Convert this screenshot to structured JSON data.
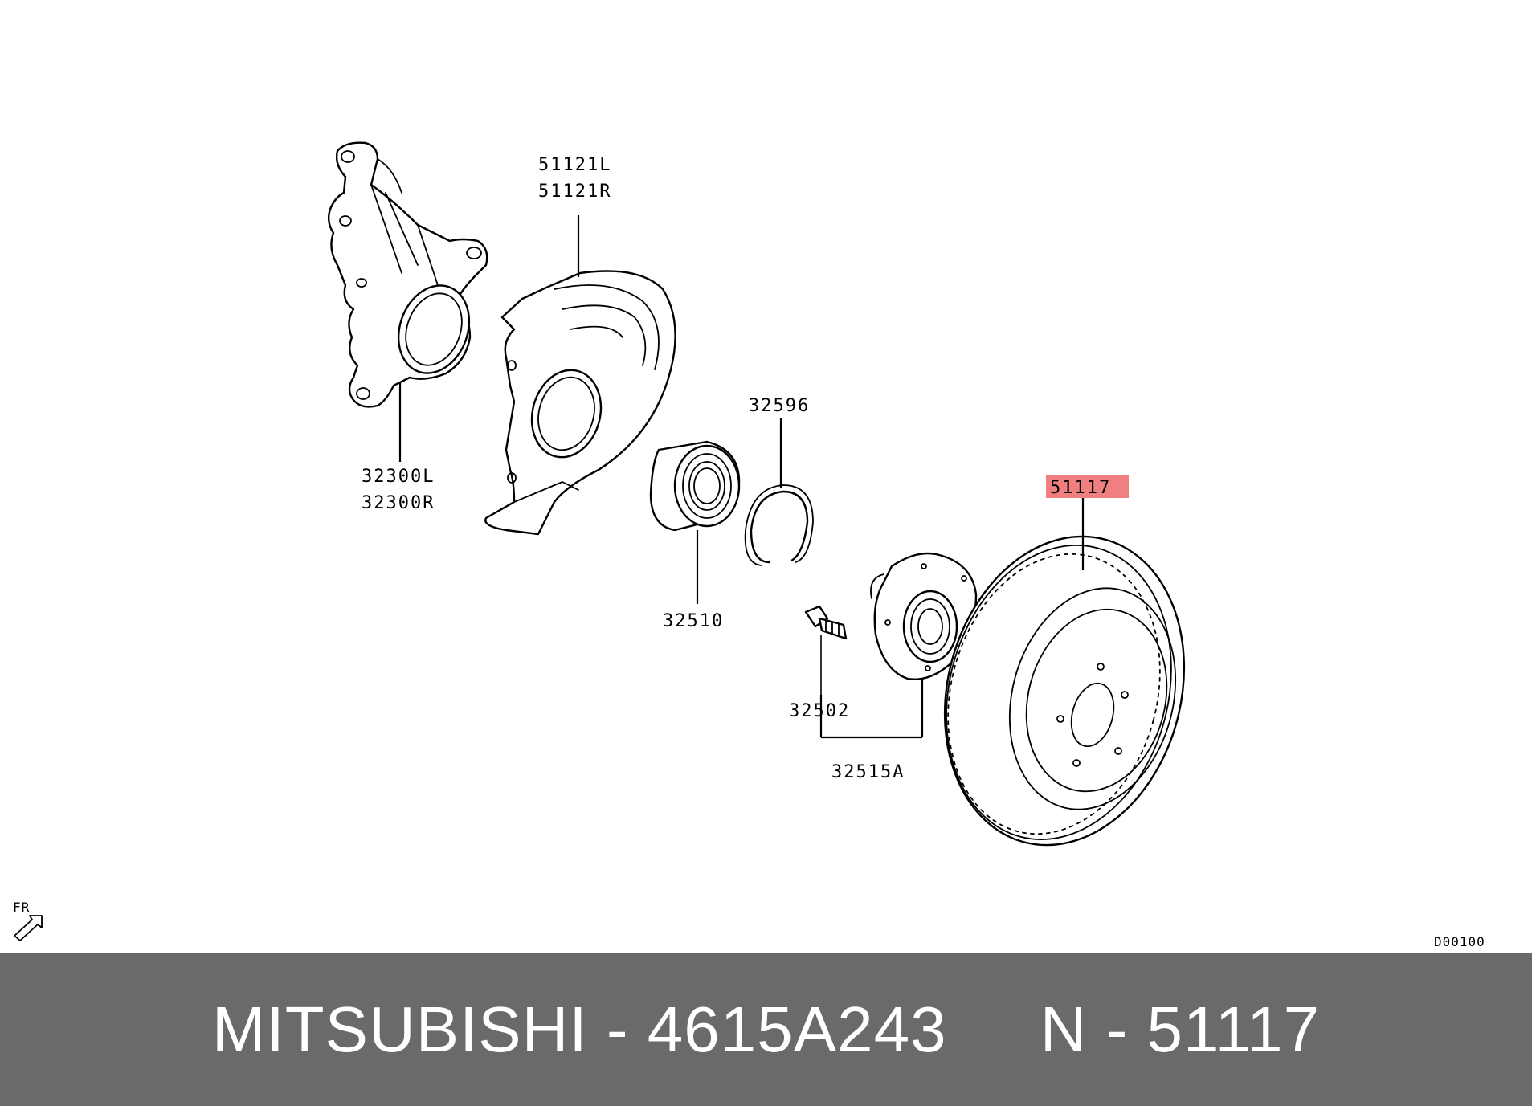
{
  "diagram": {
    "labels": {
      "knuckle_l": "32300L",
      "knuckle_r": "32300R",
      "dust_shield_l": "51121L",
      "dust_shield_r": "51121R",
      "snap_ring": "32596",
      "bearing": "32510",
      "hub_bolt": "32502",
      "hub_assy": "32515A",
      "disc": "51117",
      "fr_marker": "FR",
      "drawing_code": "D00100"
    },
    "highlight_color": "#f08080"
  },
  "footer": {
    "text": "MITSUBISHI - 4615A243     N - 51117",
    "background": "#6a6a6a"
  }
}
